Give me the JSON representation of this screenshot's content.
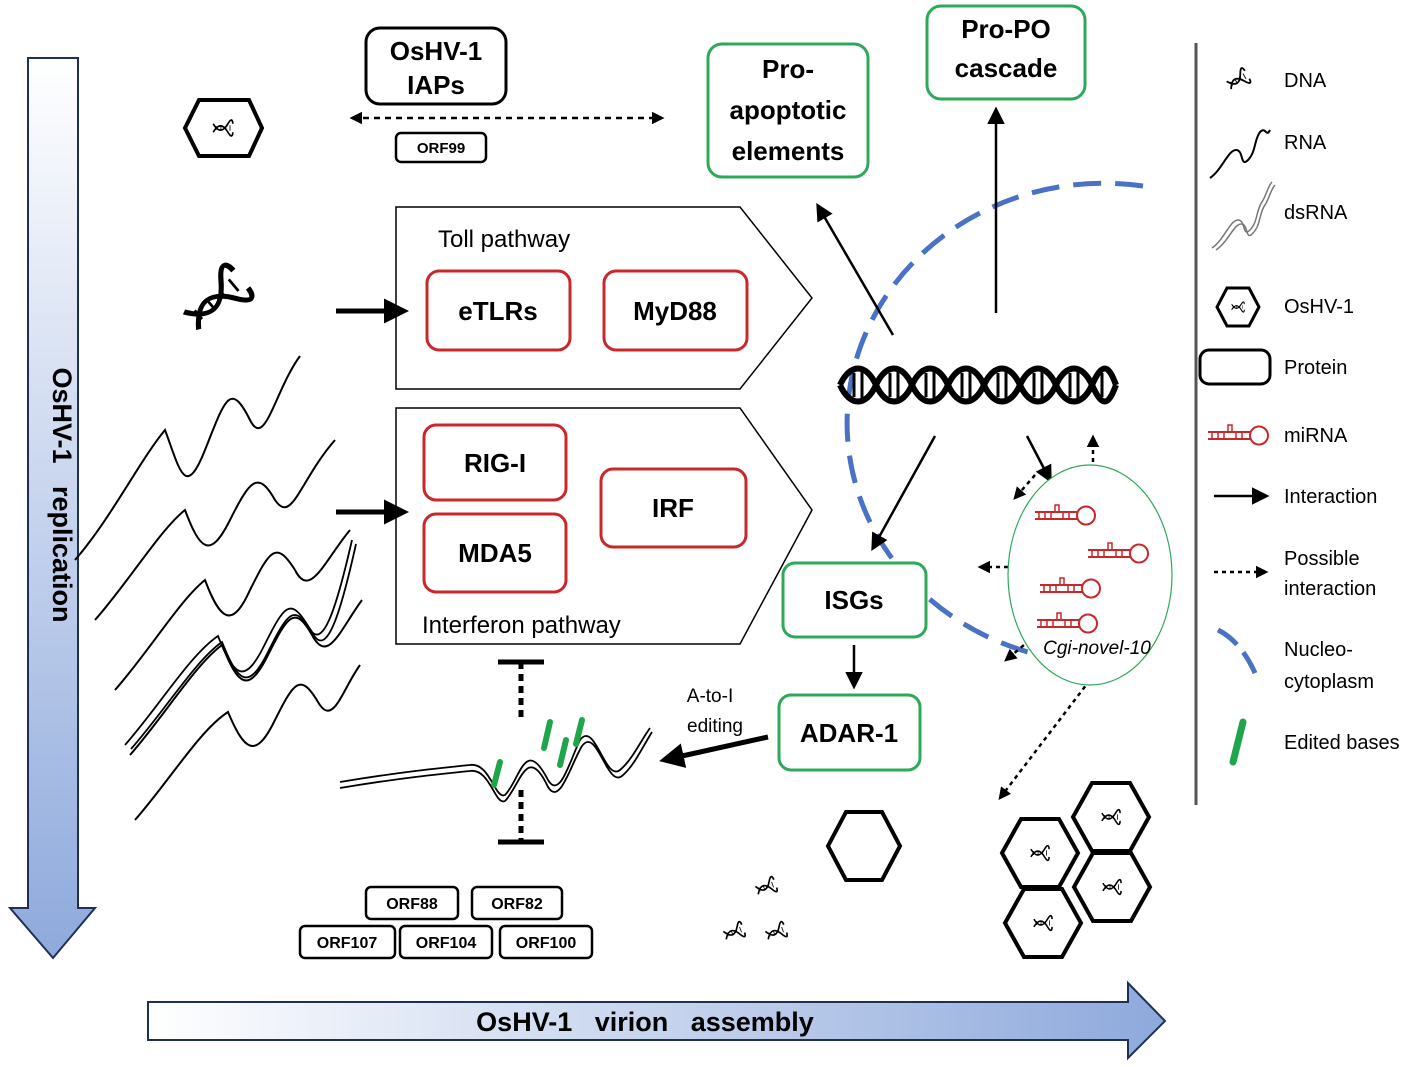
{
  "replication_arrow": {
    "label": "OsHV-1   replication"
  },
  "assembly_arrow": {
    "label": "OsHV-1   virion   assembly"
  },
  "iaps": {
    "line1": "OsHV-1",
    "line2": "IAPs",
    "orf": "ORF99"
  },
  "pro_apoptotic": {
    "line1": "Pro-",
    "line2": "apoptotic",
    "line3": "elements"
  },
  "pro_po": {
    "line1": "Pro-PO",
    "line2": "cascade"
  },
  "toll": {
    "title": "Toll pathway",
    "box1": "eTLRs",
    "box2": "MyD88"
  },
  "interferon": {
    "title": "Interferon pathway",
    "box1": "RIG-I",
    "box2": "MDA5",
    "box3": "IRF"
  },
  "isgs": {
    "label": "ISGs"
  },
  "adar": {
    "label": "ADAR-1"
  },
  "editing": {
    "line1": "A-to-I",
    "line2": "editing"
  },
  "mirna_cluster": {
    "label": "Cgi-novel-10"
  },
  "orfs": [
    "ORF88",
    "ORF82",
    "ORF107",
    "ORF104",
    "ORF100"
  ],
  "legend": {
    "items": [
      {
        "icon": "dna-icon",
        "label": "DNA"
      },
      {
        "icon": "rna-icon",
        "label": "RNA"
      },
      {
        "icon": "dsrna-icon",
        "label": "dsRNA"
      },
      {
        "icon": "oshv1-icon",
        "label": "OsHV-1"
      },
      {
        "icon": "protein-icon",
        "label": "Protein"
      },
      {
        "icon": "mirna-icon",
        "label": "miRNA"
      },
      {
        "icon": "interaction-arrow-icon",
        "label": "Interaction"
      },
      {
        "icon": "possible-interaction-icon",
        "label_line1": "Possible",
        "label_line2": "interaction"
      },
      {
        "icon": "nucleo-cytoplasm-icon",
        "label_line1": "Nucleo-",
        "label_line2": "cytoplasm"
      },
      {
        "icon": "edited-bases-icon",
        "label": "Edited bases"
      }
    ]
  },
  "colors": {
    "green_box": "#2ea85a",
    "red_box": "#c8282a",
    "membrane": "#4a72c4",
    "arrow_fill_top": "#ffffff",
    "arrow_fill_bottom": "#8ea9dc",
    "mirna": "#c8282a",
    "edit_mark": "#1fa64a"
  }
}
